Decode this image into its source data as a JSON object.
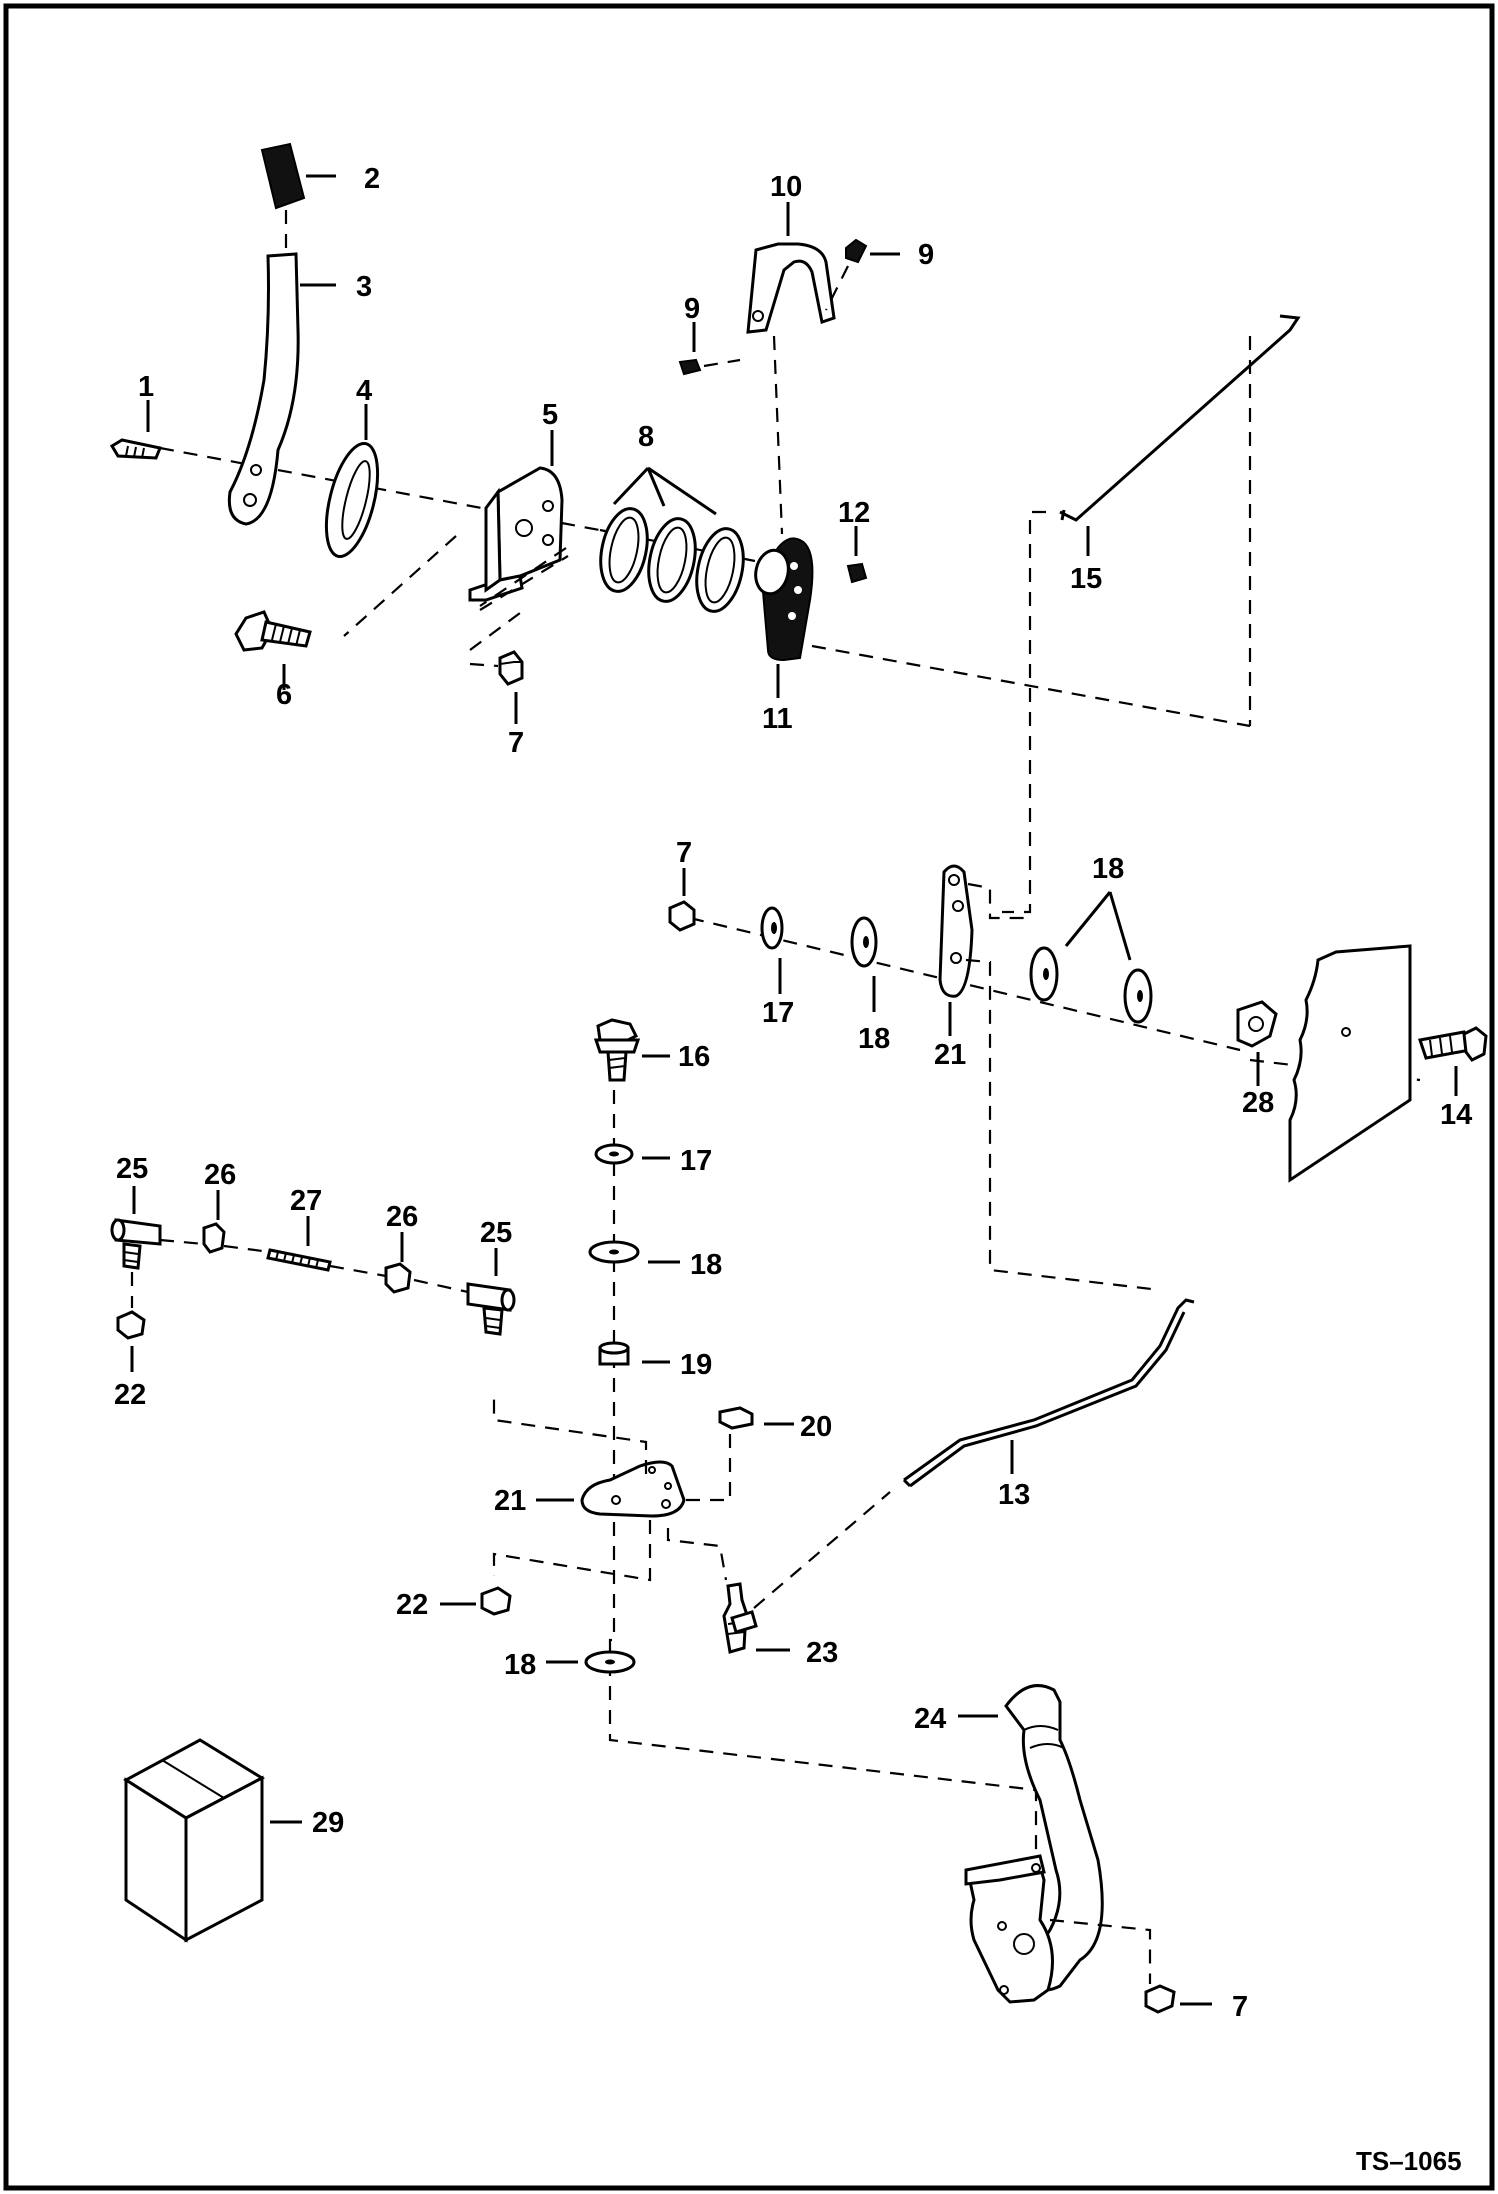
{
  "drawing": {
    "reference": "TS–1065",
    "callouts": {
      "c1": "1",
      "c2": "2",
      "c3": "3",
      "c4": "4",
      "c5": "5",
      "c6": "6",
      "c7a": "7",
      "c7b": "7",
      "c7c": "7",
      "c8": "8",
      "c9a": "9",
      "c9b": "9",
      "c10": "10",
      "c11": "11",
      "c12": "12",
      "c13": "13",
      "c14": "14",
      "c15": "15",
      "c16": "16",
      "c17a": "17",
      "c17b": "17",
      "c18a": "18",
      "c18b": "18",
      "c18c": "18",
      "c18d": "18",
      "c19": "19",
      "c20": "20",
      "c21a": "21",
      "c21b": "21",
      "c22a": "22",
      "c22b": "22",
      "c23": "23",
      "c24": "24",
      "c25a": "25",
      "c25b": "25",
      "c26a": "26",
      "c26b": "26",
      "c27": "27",
      "c28": "28",
      "c29": "29"
    }
  }
}
